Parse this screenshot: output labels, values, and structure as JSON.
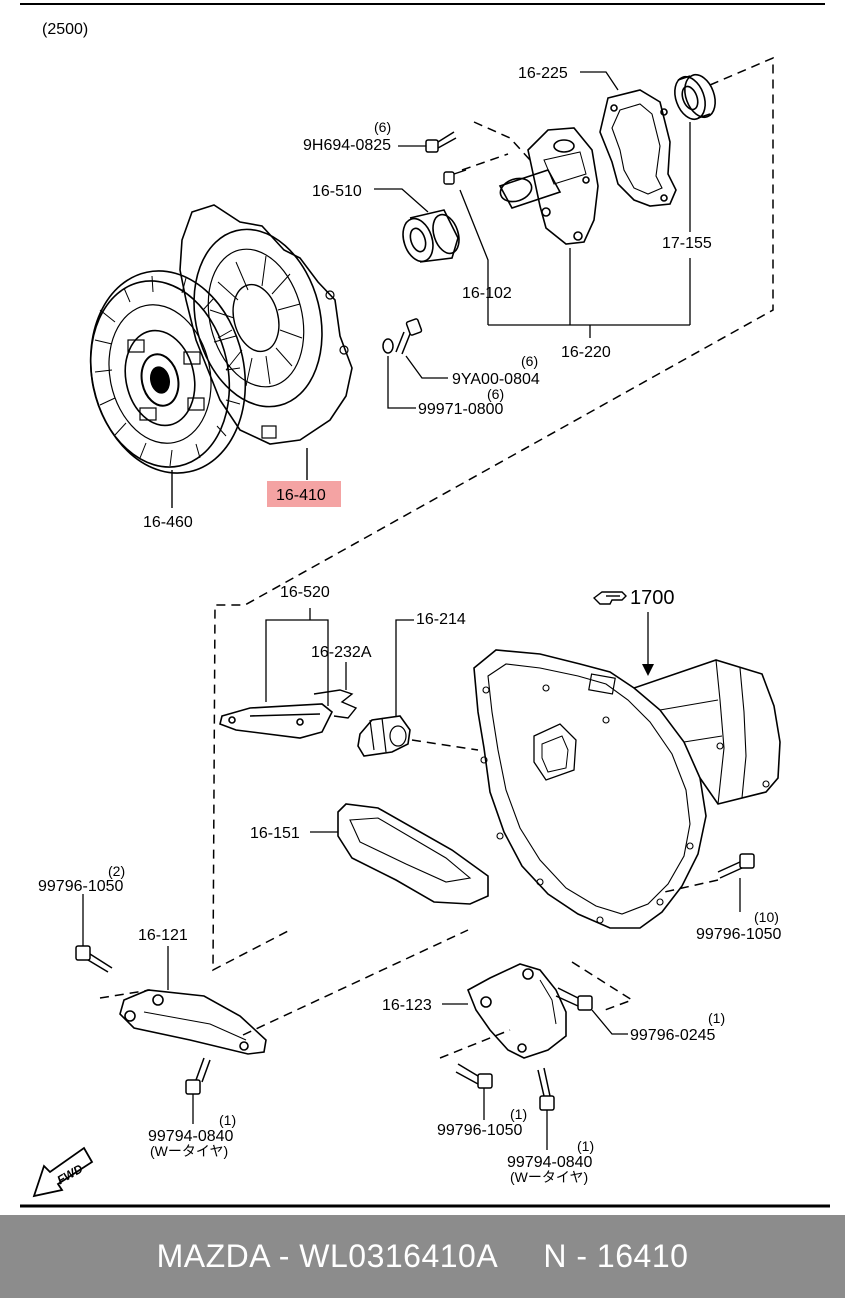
{
  "header": {
    "code": "(2500)"
  },
  "labels": {
    "p16225": "16-225",
    "p9h694": "9H694-0825",
    "q9h694": "(6)",
    "p16510": "16-510",
    "p17155": "17-155",
    "p16102": "16-102",
    "p16220": "16-220",
    "p9ya00": "9YA00-0804",
    "q9ya00": "(6)",
    "p99971": "99971-0800",
    "q99971": "(6)",
    "p16410": "16-410",
    "p16460": "16-460",
    "p16520": "16-520",
    "p16214": "16-214",
    "p1700": "1700",
    "p16232a": "16-232A",
    "p16151": "16-151",
    "p99796a": "99796-1050",
    "q99796a": "(2)",
    "p16121": "16-121",
    "p99796b": "99796-1050",
    "q99796b": "(10)",
    "p16123": "16-123",
    "p99796c": "99796-0245",
    "q99796c": "(1)",
    "p99794a": "99794-0840",
    "q99794a": "(1)",
    "n99794a": "(Wータイヤ)",
    "p99796d": "99796-1050",
    "q99796d": "(1)",
    "p99794b": "99794-0840",
    "q99794b": "(1)",
    "n99794b": "(Wータイヤ)",
    "fwd": "FWD"
  },
  "highlight_color": "#f4a3a3",
  "footer": {
    "text": "MAZDA - WL0316410A     N - 16410"
  }
}
